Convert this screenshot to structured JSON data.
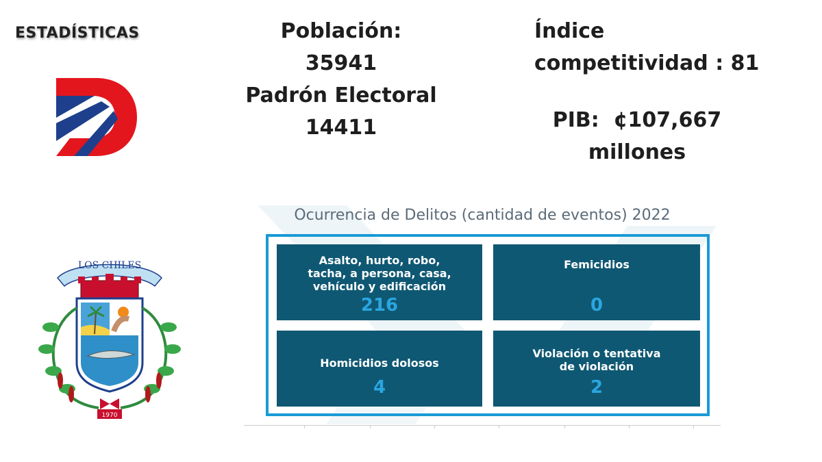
{
  "header": {
    "heading": "ESTADÍSTICAS"
  },
  "logo": {
    "icon": "d-logo-icon",
    "colors": {
      "red": "#e3161e",
      "blue": "#1e3f8c"
    }
  },
  "poblacion": {
    "label": "Población:",
    "value": "35941",
    "padron_label": "Padrón Electoral",
    "padron_value": "14411"
  },
  "indice": {
    "line1": "Índice",
    "line2": "competitividad : 81"
  },
  "pib": {
    "line1": "PIB:  ¢107,667",
    "line2": "millones"
  },
  "coat_of_arms": {
    "banner_text": "LOS CHILES",
    "year": "1970",
    "icon": "coat-of-arms-icon"
  },
  "delitos": {
    "title": "Ocurrencia de Delitos (cantidad de eventos) 2022",
    "cells": [
      {
        "label_lines": [
          "Asalto, hurto, robo,",
          "tacha, a persona, casa,",
          "vehículo y edificación"
        ],
        "value": "216"
      },
      {
        "label_lines": [
          "Femicidios"
        ],
        "value": "0"
      },
      {
        "label_lines": [
          "Homicidios dolosos"
        ],
        "value": "4"
      },
      {
        "label_lines": [
          "Violación o tentativa",
          "de violación"
        ],
        "value": "2"
      }
    ],
    "colors": {
      "cell_bg": "#0f5873",
      "frame": "#1a9ad6",
      "value": "#2aa6e0"
    }
  }
}
